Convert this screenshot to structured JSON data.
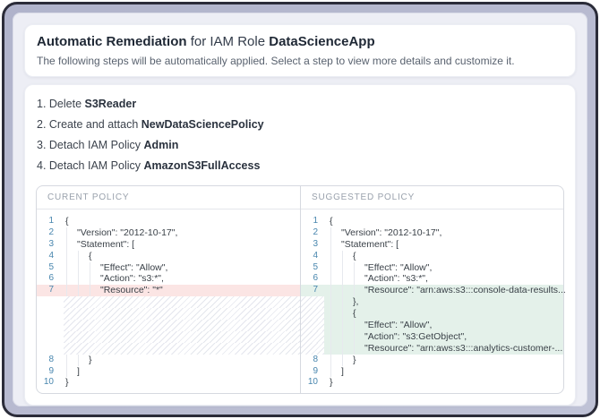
{
  "header": {
    "title_bold1": "Automatic Remediation",
    "title_regular": " for IAM Role ",
    "title_bold2": "DataScienceApp",
    "subtitle": "The following steps will be automatically applied. Select a step to view more details and customize it."
  },
  "steps": [
    {
      "prefix": "1. Delete ",
      "bold": "S3Reader"
    },
    {
      "prefix": "2. Create and attach ",
      "bold": "NewDataSciencePolicy"
    },
    {
      "prefix": "3. Detach IAM Policy ",
      "bold": "Admin"
    },
    {
      "prefix": "4. Detach IAM Policy ",
      "bold": "AmazonS3FullAccess"
    }
  ],
  "panels": [
    {
      "title": "CURENT POLICY",
      "lines": [
        {
          "num": "1",
          "text": "{",
          "type": "normal"
        },
        {
          "num": "2",
          "text": "    \"Version\": \"2012-10-17\",",
          "type": "normal"
        },
        {
          "num": "3",
          "text": "    \"Statement\": [",
          "type": "normal"
        },
        {
          "num": "4",
          "text": "        {",
          "type": "normal"
        },
        {
          "num": "5",
          "text": "            \"Effect\": \"Allow\",",
          "type": "normal"
        },
        {
          "num": "6",
          "text": "            \"Action\": \"s3:*\",",
          "type": "normal"
        },
        {
          "num": "7",
          "text": "            \"Resource\": \"*\"",
          "type": "removed"
        },
        {
          "num": "",
          "text": "",
          "type": "filler"
        },
        {
          "num": "",
          "text": "",
          "type": "filler"
        },
        {
          "num": "",
          "text": "",
          "type": "filler"
        },
        {
          "num": "",
          "text": "",
          "type": "filler"
        },
        {
          "num": "",
          "text": "",
          "type": "filler"
        },
        {
          "num": "8",
          "text": "        }",
          "type": "normal"
        },
        {
          "num": "9",
          "text": "    ]",
          "type": "normal"
        },
        {
          "num": "10",
          "text": "}",
          "type": "normal"
        }
      ]
    },
    {
      "title": "SUGGESTED POLICY",
      "lines": [
        {
          "num": "1",
          "text": "{",
          "type": "normal"
        },
        {
          "num": "2",
          "text": "    \"Version\": \"2012-10-17\",",
          "type": "normal"
        },
        {
          "num": "3",
          "text": "    \"Statement\": [",
          "type": "normal"
        },
        {
          "num": "4",
          "text": "        {",
          "type": "normal"
        },
        {
          "num": "5",
          "text": "            \"Effect\": \"Allow\",",
          "type": "normal"
        },
        {
          "num": "6",
          "text": "            \"Action\": \"s3:*\",",
          "type": "normal"
        },
        {
          "num": "7",
          "text": "            \"Resource\": \"arn:aws:s3:::console-data-results...",
          "type": "added"
        },
        {
          "num": "",
          "text": "        },",
          "type": "added-new"
        },
        {
          "num": "",
          "text": "        {",
          "type": "added-new"
        },
        {
          "num": "",
          "text": "            \"Effect\": \"Allow\",",
          "type": "added-new"
        },
        {
          "num": "",
          "text": "            \"Action\": \"s3:GetObject\",",
          "type": "added-new"
        },
        {
          "num": "",
          "text": "            \"Resource\": \"arn:aws:s3:::analytics-customer-...",
          "type": "added-new"
        },
        {
          "num": "8",
          "text": "        }",
          "type": "normal"
        },
        {
          "num": "9",
          "text": "    ]",
          "type": "normal"
        },
        {
          "num": "10",
          "text": "}",
          "type": "normal"
        }
      ]
    }
  ],
  "colors": {
    "screen_bg": "#edeef5",
    "frame_band": "#b3b6cd",
    "removed_bg": "#fbe5e4",
    "added_bg": "#e4f1ea",
    "line_number": "#4886ae",
    "hatch_line": "#e4e6ed",
    "guide_line": "#e7e9ee"
  }
}
